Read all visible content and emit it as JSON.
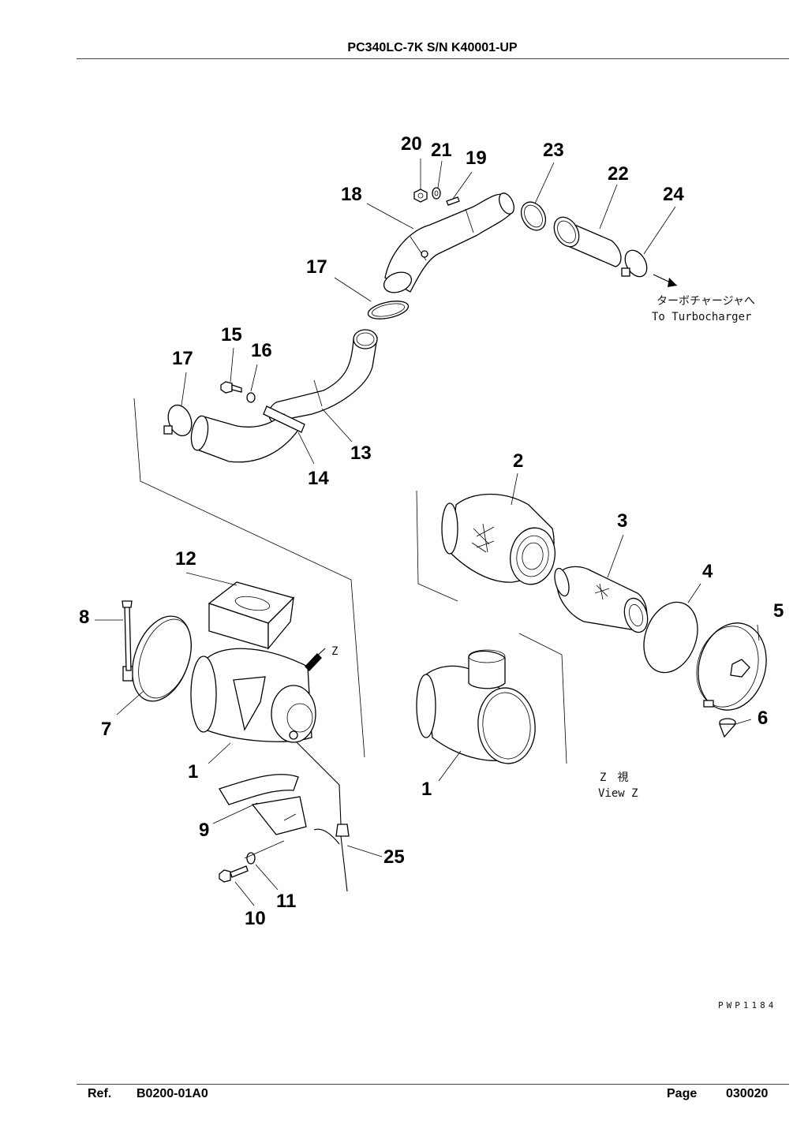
{
  "header": {
    "title": "PC340LC-7K S/N K40001-UP"
  },
  "footer": {
    "ref_label": "Ref.",
    "ref_value": "B0200-01A0",
    "page_label": "Page",
    "page_value": "030020"
  },
  "diagram": {
    "callouts": [
      "20",
      "21",
      "19",
      "23",
      "22",
      "18",
      "24",
      "17",
      "15",
      "16",
      "17",
      "13",
      "14",
      "2",
      "3",
      "12",
      "4",
      "8",
      "5",
      "7",
      "6",
      "1",
      "1",
      "9",
      "25",
      "11",
      "10"
    ],
    "notes": {
      "turbo_jp": "ターボチャージャへ",
      "turbo_en": "To Turbocharger",
      "viewz_jp": "Z　視",
      "viewz_en": "View Z",
      "z_letter": "Z"
    },
    "drawing_code": "PWP1184"
  }
}
